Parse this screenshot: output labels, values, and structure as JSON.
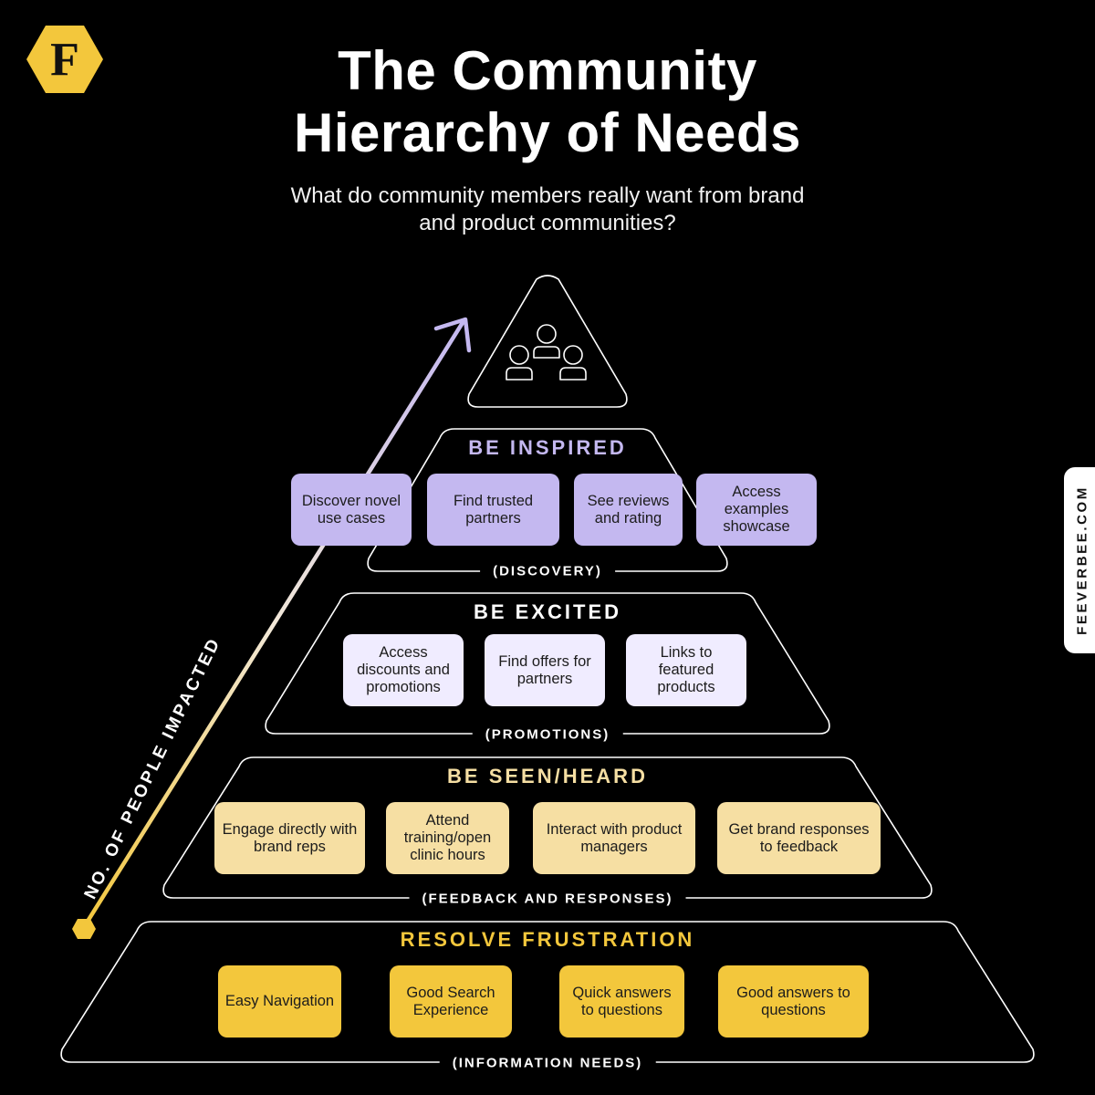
{
  "title": {
    "line1": "The Community",
    "line2": "Hierarchy of Needs"
  },
  "subtitle": {
    "line1": "What do community members really want from brand",
    "line2": "and product communities?"
  },
  "logo": {
    "letter": "F",
    "icon": "hexagon-logo-icon",
    "color": "#f3c73c"
  },
  "site_label": "FEEVERBEE.COM",
  "axis_label": "NO. OF PEOPLE IMPACTED",
  "apex_icon": "people-group-icon",
  "colors": {
    "inspired_title": "#c4b8f0",
    "inspired_box": "#c4b8f0",
    "excited_title": "#ffffff",
    "excited_box": "#f0ecff",
    "seen_title": "#f6dfa3",
    "seen_box": "#f6dfa3",
    "frustration_title": "#f3c73c",
    "frustration_box": "#f3c73c"
  },
  "tiers": [
    {
      "id": "inspired",
      "title": "BE INSPIRED",
      "subtitle": "(DISCOVERY)",
      "items": [
        "Discover novel use cases",
        "Find trusted partners",
        "See reviews and rating",
        "Access examples showcase"
      ]
    },
    {
      "id": "excited",
      "title": "BE EXCITED",
      "subtitle": "(PROMOTIONS)",
      "items": [
        "Access discounts and promotions",
        "Find offers for partners",
        "Links to featured products"
      ]
    },
    {
      "id": "seen",
      "title": "BE SEEN/HEARD",
      "subtitle": "(FEEDBACK AND RESPONSES)",
      "items": [
        "Engage directly with brand reps",
        "Attend training/open clinic hours",
        "Interact with product managers",
        "Get brand responses to feedback"
      ]
    },
    {
      "id": "frustration",
      "title": "RESOLVE FRUSTRATION",
      "subtitle": "(INFORMATION NEEDS)",
      "items": [
        "Easy Navigation",
        "Good Search Experience",
        "Quick answers to questions",
        "Good answers to questions"
      ]
    }
  ]
}
